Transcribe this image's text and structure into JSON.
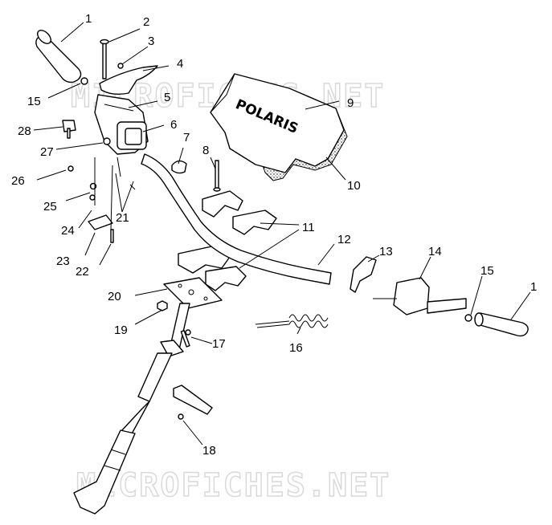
{
  "watermark": {
    "top": "MICROFICHES.NET",
    "bottom": "MICROFICHES.NET"
  },
  "brand_text": "POLARIS",
  "callouts": {
    "c1a": "1",
    "c1b": "1",
    "c2": "2",
    "c3": "3",
    "c4": "4",
    "c5": "5",
    "c6": "6",
    "c7": "7",
    "c8": "8",
    "c9": "9",
    "c10": "10",
    "c11": "11",
    "c12": "12",
    "c13": "13",
    "c14": "14",
    "c15a": "15",
    "c15b": "15",
    "c16": "16",
    "c17": "17",
    "c18": "18",
    "c19": "19",
    "c20": "20",
    "c21": "21",
    "c22": "22",
    "c23": "23",
    "c24": "24",
    "c25": "25",
    "c26": "26",
    "c27": "27",
    "c28": "28"
  }
}
